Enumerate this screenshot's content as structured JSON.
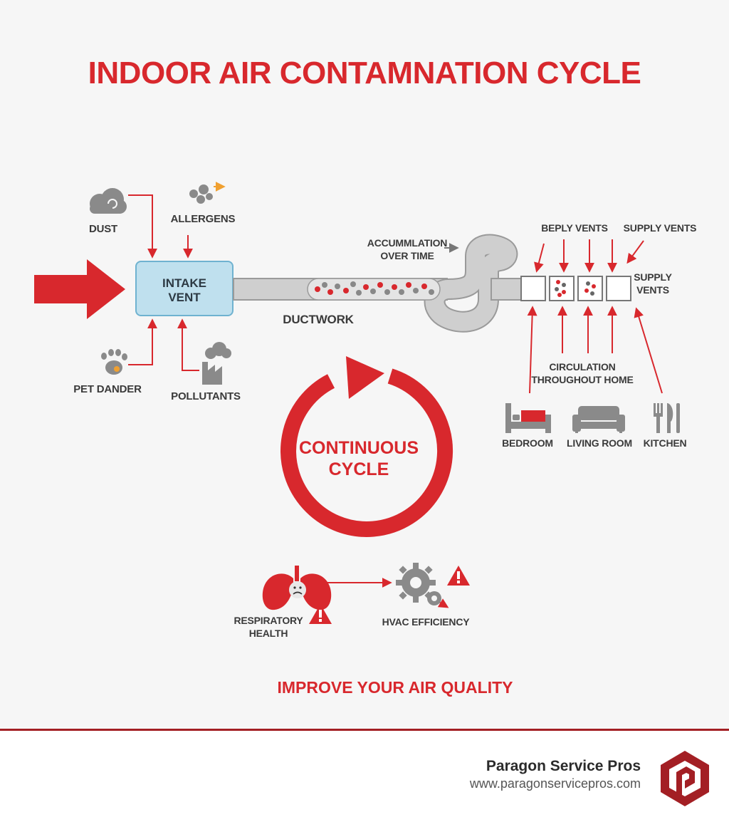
{
  "title": "INDOOR AIR CONTAMNATION CYCLE",
  "intake_vent": "INTAKE\nVENT",
  "sources": {
    "dust": "DUST",
    "allergens": "ALLERGENS",
    "pet_dander": "PET DANDER",
    "pollutants": "POLLUTANTS"
  },
  "ductwork": "DUCTWORK",
  "accumulation": "ACCUMMLATION\nOVER TIME",
  "vents": {
    "beply_vents": "BEPLY VENTS",
    "supply_vents_top": "SUPPLY VENTS",
    "supply_vents_side": "SUPPLY\nVENTS"
  },
  "circulation": "CIRCULATION\nTHROUGHOUT HOME",
  "rooms": {
    "bedroom": "BEDROOM",
    "living_room": "LIVING ROOM",
    "kitchen": "KITCHEN"
  },
  "cycle": "CONTINUOUS\nCYCLE",
  "impacts": {
    "respiratory": "RESPIRATORY\nHEALTH",
    "hvac": "HVAC EFFICIENCY"
  },
  "cta": "IMPROVE YOUR AIR QUALITY",
  "brand": {
    "name": "Paragon Service Pros",
    "url": "www.paragonservicepros.com"
  },
  "colors": {
    "accent_red": "#d8282d",
    "dark_red": "#a31f24",
    "gray": "#8a8a8a",
    "intake_blue": "#bfe0ee",
    "warning_orange": "#f0a030"
  },
  "icons": [
    "dust-cloud-icon",
    "allergen-particles-icon",
    "paw-icon",
    "factory-icon",
    "bed-icon",
    "sofa-icon",
    "utensils-icon",
    "lungs-icon",
    "gears-icon",
    "warning-icon",
    "paragon-logo"
  ]
}
